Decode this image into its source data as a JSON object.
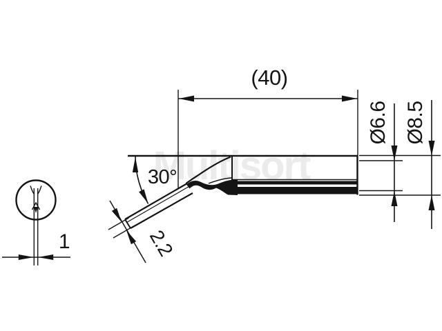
{
  "watermark": "Multisort",
  "dimensions": {
    "overall_length": "(40)",
    "bend_angle": "30°",
    "tip_width": "2.2",
    "shaft_diameter": "Ø6.6",
    "sleeve_diameter": "Ø8.5",
    "blade_thickness": "1"
  },
  "colors": {
    "line": "#141414",
    "background": "#ffffff",
    "watermark": "#ebebeb"
  }
}
